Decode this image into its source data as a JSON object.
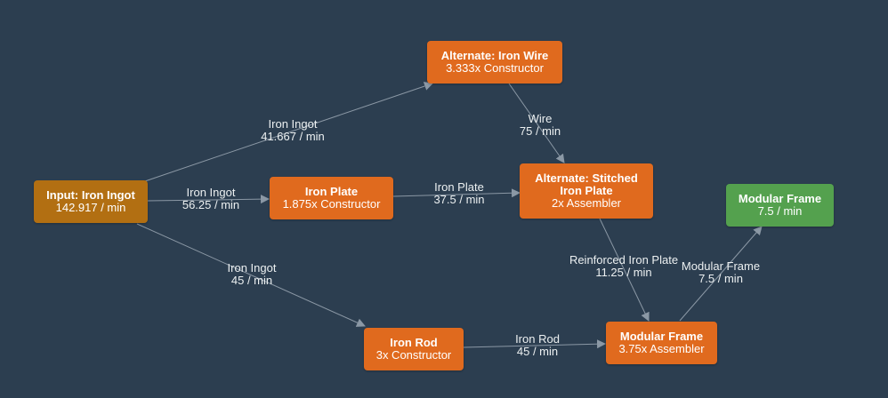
{
  "colors": {
    "background": "#2c3e50",
    "input_node": "#b26f12",
    "recipe_node": "#e06a1e",
    "output_node": "#54a14e",
    "edge": "#8b98a5",
    "label": "#ecf0f1"
  },
  "nodes": {
    "input_iron_ingot": {
      "title": "Input: Iron Ingot",
      "detail": "142.917 / min"
    },
    "iron_wire": {
      "title": "Alternate: Iron Wire",
      "detail": "3.333x Constructor"
    },
    "iron_plate": {
      "title": "Iron Plate",
      "detail": "1.875x Constructor"
    },
    "stitched_iron_plate": {
      "title_line1": "Alternate: Stitched",
      "title_line2": "Iron Plate",
      "detail": "2x Assembler"
    },
    "iron_rod": {
      "title": "Iron Rod",
      "detail": "3x Constructor"
    },
    "modular_frame": {
      "title": "Modular Frame",
      "detail": "3.75x Assembler"
    },
    "output_modular_frame": {
      "title": "Modular Frame",
      "detail": "7.5 / min"
    }
  },
  "edges": {
    "ingot_to_wire": {
      "item": "Iron Ingot",
      "rate": "41.667 / min"
    },
    "ingot_to_plate": {
      "item": "Iron Ingot",
      "rate": "56.25 / min"
    },
    "ingot_to_rod": {
      "item": "Iron Ingot",
      "rate": "45 / min"
    },
    "wire_to_stitched": {
      "item": "Wire",
      "rate": "75 / min"
    },
    "plate_to_stitched": {
      "item": "Iron Plate",
      "rate": "37.5 / min"
    },
    "stitched_to_frame": {
      "item": "Reinforced Iron Plate",
      "rate": "11.25 / min"
    },
    "rod_to_frame": {
      "item": "Iron Rod",
      "rate": "45 / min"
    },
    "frame_to_output": {
      "item": "Modular Frame",
      "rate": "7.5 / min"
    }
  }
}
